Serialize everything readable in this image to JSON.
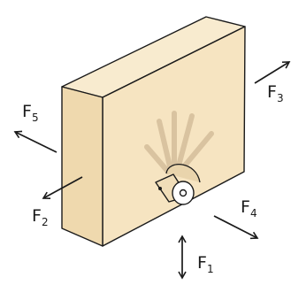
{
  "colors": {
    "box_front": "#f6e4c1",
    "box_side": "#efd9ae",
    "box_top": "#f8ebcf",
    "outline": "#1a1a1a",
    "motion_lines": "#d9c3a0",
    "wheel": "#ffffff"
  },
  "forces": [
    {
      "name": "F",
      "sub": "1"
    },
    {
      "name": "F",
      "sub": "2"
    },
    {
      "name": "F",
      "sub": "3"
    },
    {
      "name": "F",
      "sub": "4"
    },
    {
      "name": "F",
      "sub": "5"
    }
  ]
}
